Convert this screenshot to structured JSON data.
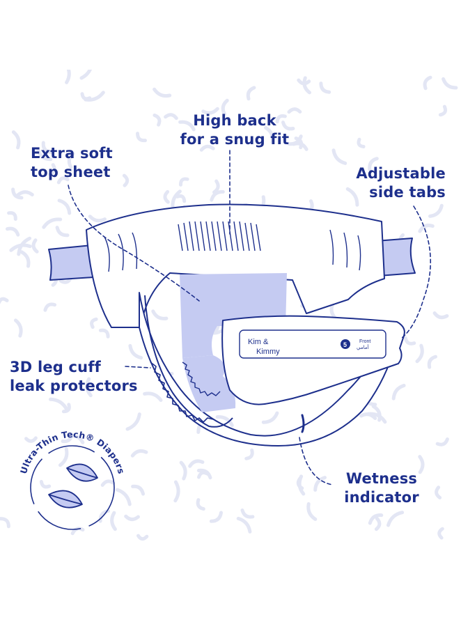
{
  "callouts": {
    "top_sheet": "Extra soft\ntop sheet",
    "high_back": "High back\nfor a snug fit",
    "side_tabs": "Adjustable\nside tabs",
    "leg_cuff": "3D leg cuff\nleak protectors",
    "wetness": "Wetness\nindicator"
  },
  "product": {
    "brand_line1": "Kim &",
    "brand_line2": "Kimmy",
    "size": "5",
    "front_label": "Front",
    "front_label_ar": "أمامي"
  },
  "badge": {
    "text": "Ultra-Thin Tech® Diapers",
    "icon": "leaf-icon"
  },
  "colors": {
    "ink": "#1d2f8c",
    "accent_fill": "#c5cbf2",
    "texture": "#dfe3f3",
    "background": "#ffffff"
  }
}
